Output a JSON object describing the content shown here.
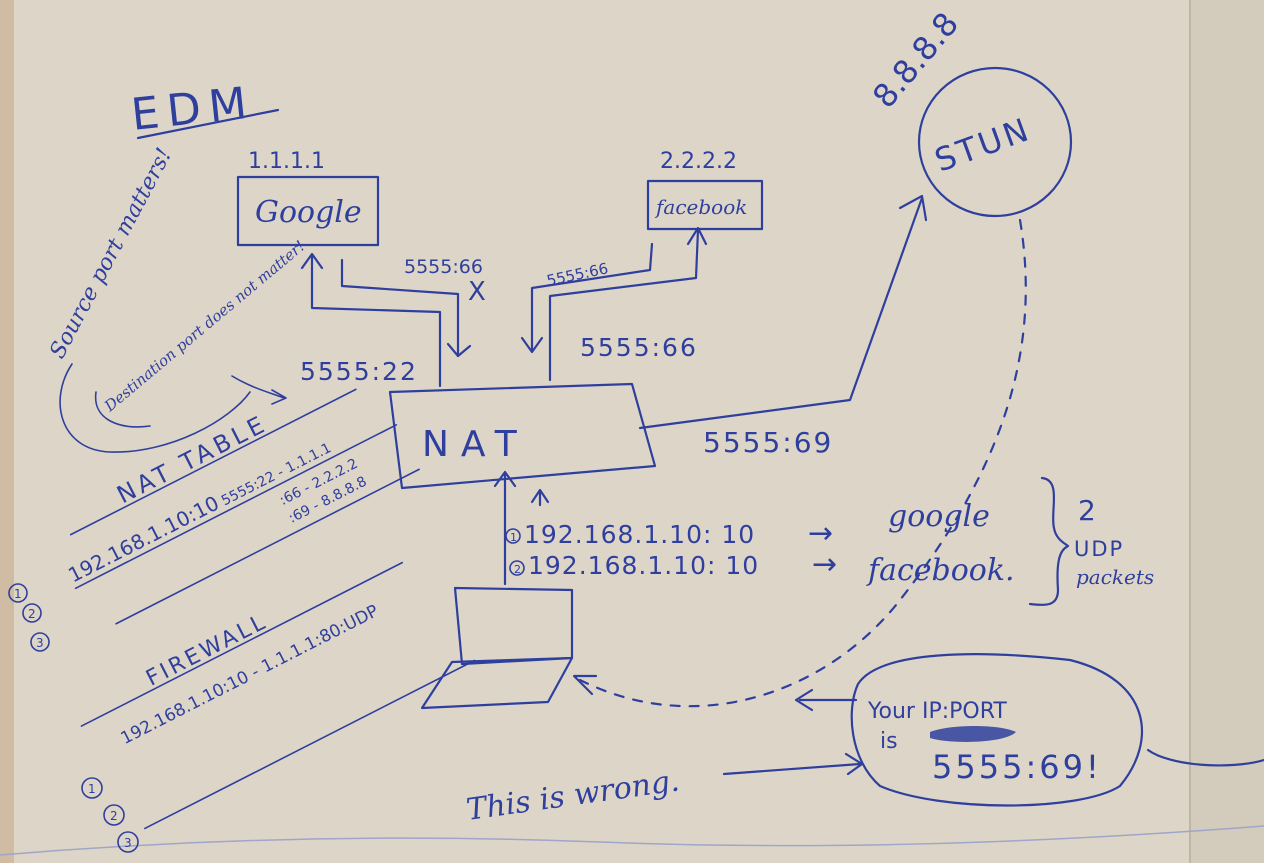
{
  "title": "EDM",
  "servers": {
    "google": {
      "ip": "1.1.1.1",
      "label": "Google"
    },
    "facebook": {
      "ip": "2.2.2.2",
      "label": "facebook"
    },
    "stun": {
      "ip": "8.8.8.8",
      "label": "STUN"
    }
  },
  "nat": {
    "label": "NAT"
  },
  "ports": {
    "to_google": "5555:66",
    "to_google_mark": "X",
    "to_facebook": "5555:66",
    "nat_top_right": "5555:66",
    "nat_top_left": "5555:22",
    "nat_to_stun": "5555:69"
  },
  "notes": {
    "source_port": "Source port matters!",
    "destination_port": "Destination port does not matter!"
  },
  "nat_table": {
    "title": "NAT TABLE",
    "row1_left": "192.168.1.10:10",
    "row1_right": "5555:22 - 1.1.1.1",
    "row2_right": ":66 - 2.2.2.2",
    "row3_right": ":69 - 8.8.8.8",
    "row_numbers": [
      "1",
      "2",
      "3"
    ]
  },
  "firewall": {
    "title": "FIREWALL",
    "row1": "192.168.1.10:10 - 1.1.1.1:80:UDP",
    "row_numbers": [
      "1",
      "2",
      "3"
    ]
  },
  "packets": [
    {
      "num": "1",
      "text": "192.168.1.10: 10",
      "arrow": "→",
      "dest": "google"
    },
    {
      "num": "2",
      "text": "192.168.1.10: 10",
      "arrow": "→",
      "dest": "facebook."
    }
  ],
  "packet_count": "2",
  "packet_type": [
    "UDP",
    "packets"
  ],
  "stun_reply": [
    "Your IP:PORT",
    "is",
    "5555:69!"
  ],
  "comment": "This is wrong."
}
